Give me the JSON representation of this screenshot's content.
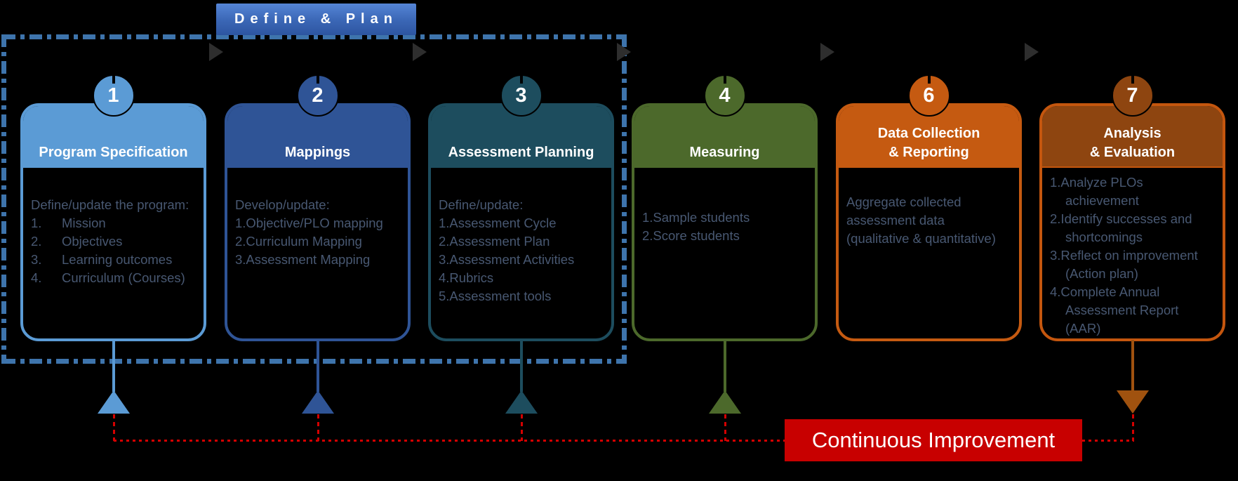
{
  "banner": {
    "label": "Define & Plan"
  },
  "palette": {
    "banner_top": "#5585d6",
    "banner_bottom": "#2d55a0",
    "group_dash": "#3e74ac",
    "flow_arrow": "#2e2e2e",
    "body_text": "#485872",
    "red_line": "#d40000",
    "red_box": "#c80000"
  },
  "cards": [
    {
      "number": "1",
      "title_lines": [
        "Program Specification"
      ],
      "color": "#5b9bd5",
      "border": "#5b9bd5",
      "intro": "Define/update the program:",
      "list_style": "spaced",
      "items": [
        "Mission",
        "Objectives",
        "Learning outcomes",
        "Curriculum (Courses)"
      ],
      "connector": "up"
    },
    {
      "number": "2",
      "title_lines": [
        "Mappings"
      ],
      "color": "#2f5496",
      "border": "#2f5496",
      "intro": "Develop/update:",
      "list_style": "tight",
      "items": [
        "Objective/PLO mapping",
        "Curriculum Mapping",
        "Assessment Mapping"
      ],
      "connector": "up"
    },
    {
      "number": "3",
      "title_lines": [
        "Assessment Planning"
      ],
      "color": "#1d4d5e",
      "border": "#1d4d5e",
      "intro": "Define/update:",
      "list_style": "tight",
      "items": [
        "Assessment Cycle",
        "Assessment Plan",
        "Assessment Activities",
        "Rubrics",
        "Assessment tools"
      ],
      "connector": "up"
    },
    {
      "number": "4",
      "title_lines": [
        "Measuring"
      ],
      "color": "#4c692b",
      "border": "#4c692b",
      "intro": "",
      "list_style": "tight",
      "items": [
        "Sample students",
        "Score students"
      ],
      "connector": "up"
    },
    {
      "number": "6",
      "title_lines": [
        "Data Collection",
        "& Reporting"
      ],
      "color": "#c55a11",
      "border": "#c55a11",
      "paragraph_lines": [
        "Aggregate collected",
        "assessment data",
        "(qualitative & quantitative)"
      ],
      "connector": "none"
    },
    {
      "number": "7",
      "title_lines": [
        "Analysis",
        "& Evaluation"
      ],
      "color": "#8e4510",
      "border": "#c4560e",
      "arrow_color": "#a0520f",
      "list_style": "tight",
      "items": [
        "Analyze PLOs achievement",
        "Identify successes and shortcomings",
        "Reflect on improvement (Action plan)",
        "Complete Annual Assessment Report (AAR)"
      ],
      "connector": "down"
    }
  ],
  "continuous_improvement": {
    "label": "Continuous Improvement"
  }
}
